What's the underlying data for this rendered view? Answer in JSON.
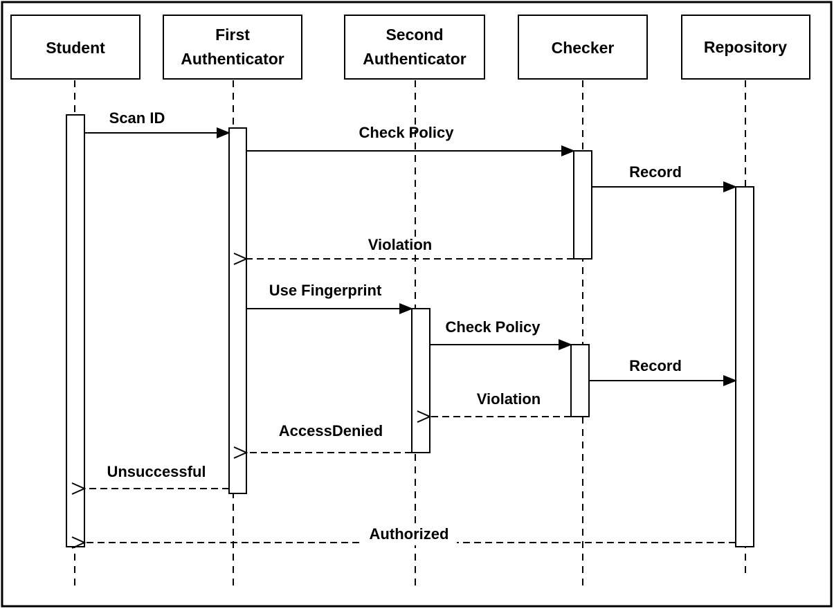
{
  "actors": [
    {
      "id": "student",
      "lines": [
        "Student"
      ]
    },
    {
      "id": "first-authenticator",
      "lines": [
        "First",
        "Authenticator"
      ]
    },
    {
      "id": "second-authenticator",
      "lines": [
        "Second",
        "Authenticator"
      ]
    },
    {
      "id": "checker",
      "lines": [
        "Checker"
      ]
    },
    {
      "id": "repository",
      "lines": [
        "Repository"
      ]
    }
  ],
  "messages": [
    {
      "id": "scan-id",
      "label": "Scan ID",
      "from": "student",
      "to": "first-authenticator",
      "kind": "call"
    },
    {
      "id": "check-policy-1",
      "label": "Check Policy",
      "from": "first-authenticator",
      "to": "checker",
      "kind": "call"
    },
    {
      "id": "record-1",
      "label": "Record",
      "from": "checker",
      "to": "repository",
      "kind": "call"
    },
    {
      "id": "violation-1",
      "label": "Violation",
      "from": "checker",
      "to": "first-authenticator",
      "kind": "return"
    },
    {
      "id": "use-fingerprint",
      "label": "Use Fingerprint",
      "from": "first-authenticator",
      "to": "second-authenticator",
      "kind": "call"
    },
    {
      "id": "check-policy-2",
      "label": "Check Policy",
      "from": "second-authenticator",
      "to": "checker",
      "kind": "call"
    },
    {
      "id": "record-2",
      "label": "Record",
      "from": "checker",
      "to": "repository",
      "kind": "call"
    },
    {
      "id": "violation-2",
      "label": "Violation",
      "from": "checker",
      "to": "second-authenticator",
      "kind": "return"
    },
    {
      "id": "access-denied",
      "label": "AccessDenied",
      "from": "second-authenticator",
      "to": "first-authenticator",
      "kind": "return"
    },
    {
      "id": "unsuccessful",
      "label": "Unsuccessful",
      "from": "first-authenticator",
      "to": "student",
      "kind": "return"
    },
    {
      "id": "authorized",
      "label": "Authorized",
      "from": "repository",
      "to": "student",
      "kind": "return"
    }
  ]
}
